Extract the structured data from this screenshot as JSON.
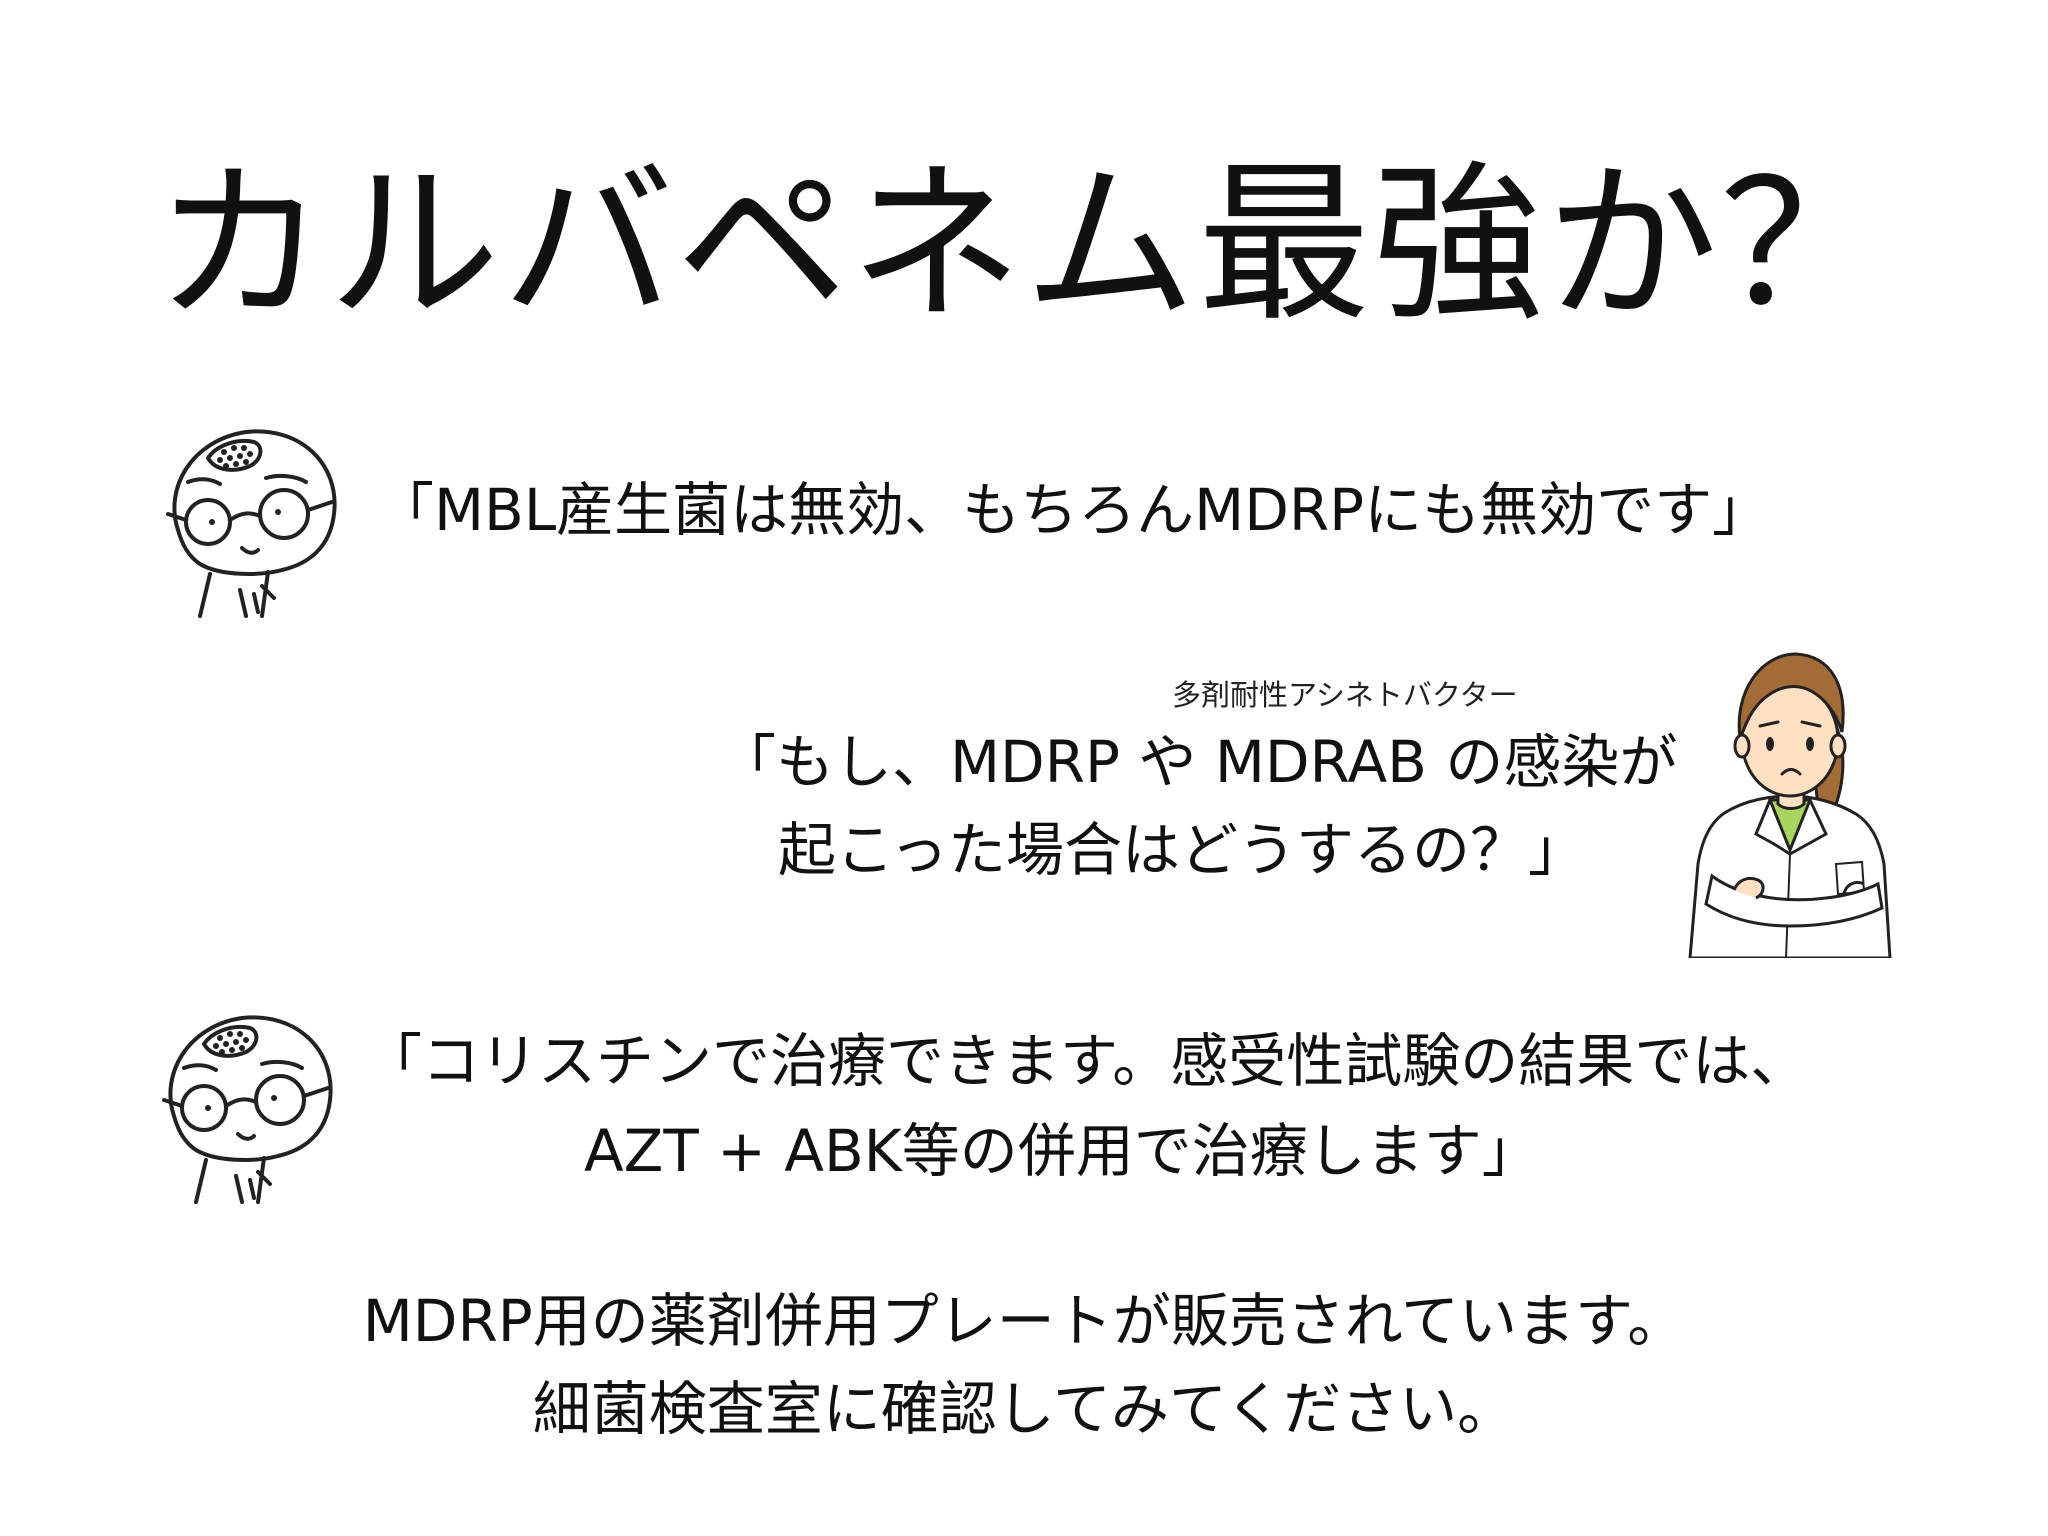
{
  "slide": {
    "title": "カルバペネム最強か？",
    "quote1": "「MBL産生菌は無効、もちろんMDRPにも無効です」",
    "ruby": "多剤耐性アシネトバクター",
    "quote2": {
      "line1": "「もし、MDRP や MDRAB の感染が",
      "line2": "起こった場合はどうするの？」"
    },
    "quote3": {
      "line1": "「コリスチンで治療できます。感受性試験の結果では、",
      "line2": "AZT + ABK等の併用で治療します」"
    },
    "note": {
      "line1": "MDRP用の薬剤併用プレートが販売されています。",
      "line2": "細菌検査室に確認してみてください。"
    }
  },
  "illustrations": {
    "expert_icon": "bald-man-with-glasses-icon",
    "pharmacist_icon": "worried-woman-in-lab-coat-icon"
  }
}
